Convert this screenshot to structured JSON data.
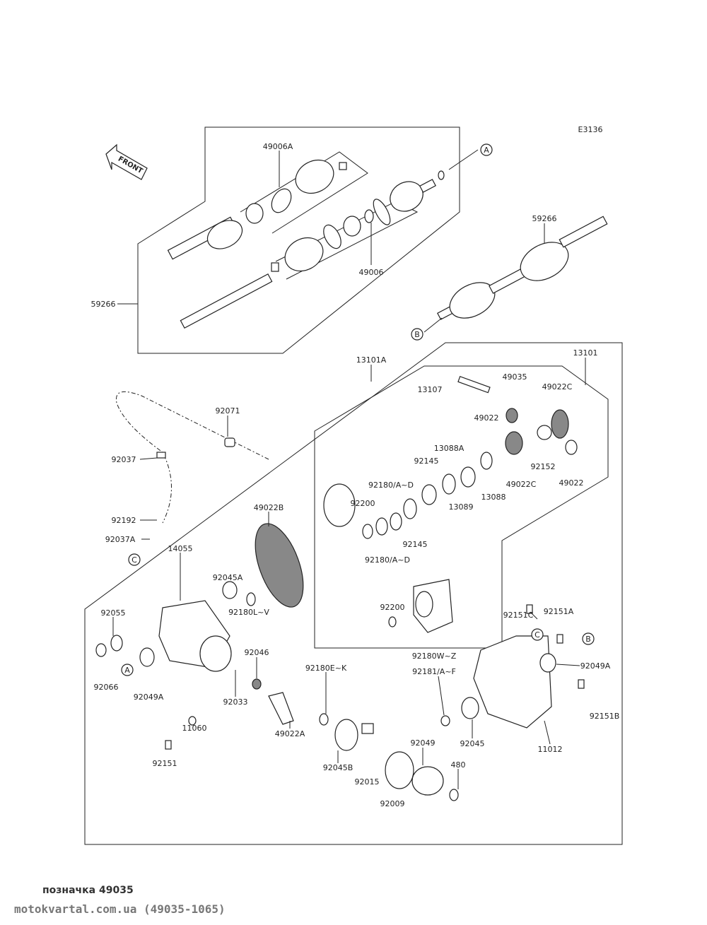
{
  "diagram_code": "E3136",
  "front_label": "FRONT",
  "refs": {
    "A": "A",
    "B": "B",
    "C": "C"
  },
  "labels": {
    "p49006A": "49006A",
    "p59266a": "59266",
    "p49006": "49006",
    "p59266b": "59266",
    "p13101A": "13101A",
    "p13101": "13101",
    "p49035": "49035",
    "p13107": "13107",
    "p49022C_a": "49022C",
    "p49022_a": "49022",
    "p13088A": "13088A",
    "p92145_a": "92145",
    "p92180AD_a": "92180/A~D",
    "p92200_a": "92200",
    "p92145_b": "92145",
    "p92180AD_b": "92180/A~D",
    "p13089": "13089",
    "p13088": "13088",
    "p92152": "92152",
    "p49022C_b": "49022C",
    "p49022_b": "49022",
    "p92071": "92071",
    "p92037": "92037",
    "p92192": "92192",
    "p92037A": "92037A",
    "p49022B": "49022B",
    "p14055": "14055",
    "p92045A": "92045A",
    "p92180LV": "92180L~V",
    "p92055": "92055",
    "p92066": "92066",
    "p92049A_a": "92049A",
    "p92033": "92033",
    "p92046": "92046",
    "p92151": "92151",
    "p11060": "11060",
    "p92180EK": "92180E~K",
    "p49022A": "49022A",
    "p92045B": "92045B",
    "p92015": "92015",
    "p92009": "92009",
    "p92049": "92049",
    "p480": "480",
    "p92200_b": "92200",
    "p92151C": "92151C",
    "p92151A": "92151A",
    "p92049A_b": "92049A",
    "p92151B": "92151B",
    "p11012": "11012",
    "p92180WZ": "92180W~Z",
    "p92181AF": "92181/A~F",
    "p92045": "92045"
  },
  "footer": {
    "caption": "позначка 49035",
    "source": "motokvartal.com.ua (49035-1065)"
  }
}
